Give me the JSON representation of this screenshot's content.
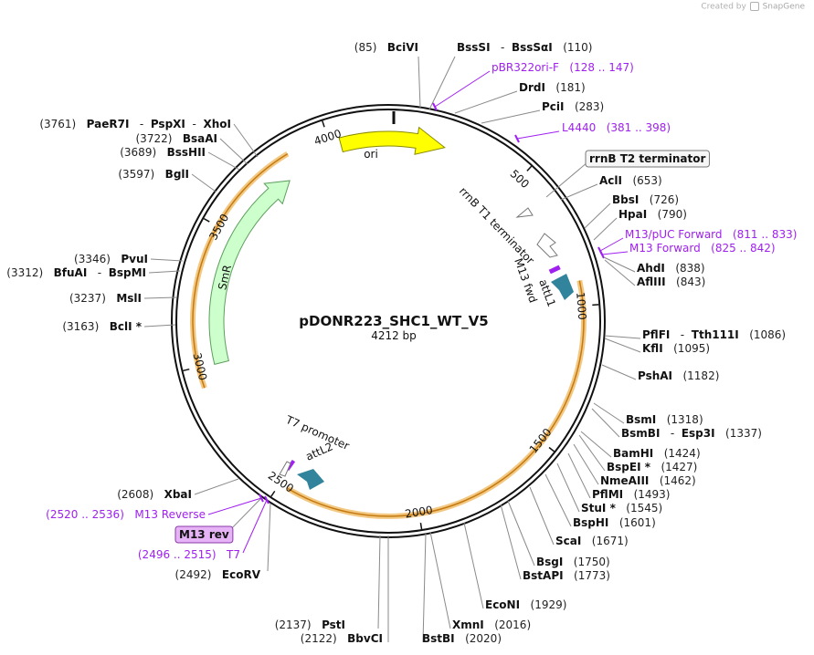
{
  "credit": {
    "prefix": "Created by",
    "brand": "SnapGene"
  },
  "plasmid": {
    "name": "pDONR223_SHC1_WT_V5",
    "length_label": "4212 bp"
  },
  "ruler": [
    {
      "text": "500",
      "deg": 42.7
    },
    {
      "text": "1000",
      "deg": 85.5
    },
    {
      "text": "1500",
      "deg": 128.2
    },
    {
      "text": "2000",
      "deg": 170.9
    },
    {
      "text": "2500",
      "deg": 213.7
    },
    {
      "text": "3000",
      "deg": 256.4
    },
    {
      "text": "3500",
      "deg": 299.1
    },
    {
      "text": "4000",
      "deg": 341.8
    }
  ],
  "features": [
    {
      "name": "ori",
      "kind": "arrow",
      "color": "#ffff00",
      "stroke": "#808000"
    },
    {
      "name": "SmR",
      "kind": "arrow",
      "color": "#ccffcc",
      "stroke": "#5e9e5e"
    },
    {
      "name": "rrnB T1 terminator",
      "kind": "terminator"
    },
    {
      "name": "rrnB T2 terminator",
      "kind": "terminator"
    },
    {
      "name": "attL1",
      "kind": "site",
      "color": "#31849b"
    },
    {
      "name": "attL2",
      "kind": "site",
      "color": "#31849b"
    },
    {
      "name": "M13 fwd",
      "kind": "primer-bind"
    },
    {
      "name": "T7 promoter",
      "kind": "promoter"
    },
    {
      "name": "M13 rev",
      "kind": "primer-bind",
      "boxed": true
    }
  ],
  "labels": [
    {
      "id": "bcivi",
      "pos": "(85)",
      "name": "BciVI",
      "pos_first": true
    },
    {
      "id": "bsssi",
      "name": "BssSI",
      "extra": "BssSαI",
      "pos": "(110)"
    },
    {
      "id": "pbr322",
      "name": "pBR322ori-F",
      "pos": "(128 .. 147)",
      "primer": true
    },
    {
      "id": "drdi",
      "name": "DrdI",
      "pos": "(181)"
    },
    {
      "id": "pcii",
      "name": "PciI",
      "pos": "(283)"
    },
    {
      "id": "l4440",
      "name": "L4440",
      "pos": "(381 .. 398)",
      "primer": true
    },
    {
      "id": "rrnbt2",
      "name": "rrnB T2 terminator",
      "boxed": true
    },
    {
      "id": "acli",
      "name": "AclI",
      "pos": "(653)"
    },
    {
      "id": "bbsi",
      "name": "BbsI",
      "pos": "(726)"
    },
    {
      "id": "hpai",
      "name": "HpaI",
      "pos": "(790)"
    },
    {
      "id": "m13puc",
      "name": "M13/pUC Forward",
      "pos": "(811 .. 833)",
      "primer": true
    },
    {
      "id": "m13fw",
      "name": "M13 Forward",
      "pos": "(825 .. 842)",
      "primer": true
    },
    {
      "id": "ahdi",
      "name": "AhdI",
      "pos": "(838)"
    },
    {
      "id": "aflIII",
      "name": "AflIII",
      "pos": "(843)"
    },
    {
      "id": "pflfi",
      "name": "PflFI",
      "extra": "Tth111I",
      "pos": "(1086)"
    },
    {
      "id": "kfli",
      "name": "KflI",
      "pos": "(1095)"
    },
    {
      "id": "pshai",
      "name": "PshAI",
      "pos": "(1182)"
    },
    {
      "id": "bsmi",
      "name": "BsmI",
      "pos": "(1318)"
    },
    {
      "id": "bsmbi",
      "name": "BsmBI",
      "extra": "Esp3I",
      "pos": "(1337)"
    },
    {
      "id": "bamhi",
      "name": "BamHI",
      "pos": "(1424)"
    },
    {
      "id": "bspei",
      "name": "BspEI",
      "star": true,
      "pos": "(1427)"
    },
    {
      "id": "nmeaiii",
      "name": "NmeAIII",
      "pos": "(1462)"
    },
    {
      "id": "pflmi",
      "name": "PflMI",
      "pos": "(1493)"
    },
    {
      "id": "stui",
      "name": "StuI",
      "star": true,
      "pos": "(1545)"
    },
    {
      "id": "bsphi",
      "name": "BspHI",
      "pos": "(1601)"
    },
    {
      "id": "scai",
      "name": "ScaI",
      "pos": "(1671)"
    },
    {
      "id": "bsgi",
      "name": "BsgI",
      "pos": "(1750)"
    },
    {
      "id": "bstapi",
      "name": "BstAPI",
      "pos": "(1773)"
    },
    {
      "id": "econi",
      "name": "EcoNI",
      "pos": "(1929)"
    },
    {
      "id": "xmni",
      "name": "XmnI",
      "pos": "(2016)"
    },
    {
      "id": "bstbi",
      "name": "BstBI",
      "pos": "(2020)"
    },
    {
      "id": "bbvci",
      "name": "BbvCI",
      "pos": "(2122)",
      "pos_first": true
    },
    {
      "id": "psti",
      "name": "PstI",
      "pos": "(2137)",
      "pos_first": true
    },
    {
      "id": "ecorv",
      "name": "EcoRV",
      "pos": "(2492)",
      "pos_first": true
    },
    {
      "id": "t7",
      "name": "T7",
      "pos": "(2496 .. 2515)",
      "primer": true,
      "pos_first": true
    },
    {
      "id": "m13rev",
      "name": "M13 rev",
      "boxed": true
    },
    {
      "id": "m13rev_primer",
      "name": "M13 Reverse",
      "pos": "(2520 .. 2536)",
      "primer": true,
      "pos_first": true
    },
    {
      "id": "xbai",
      "name": "XbaI",
      "pos": "(2608)",
      "pos_first": true
    },
    {
      "id": "bcli",
      "name": "BclI",
      "star": true,
      "pos": "(3163)",
      "pos_first": true
    },
    {
      "id": "msli",
      "name": "MslI",
      "pos": "(3237)",
      "pos_first": true
    },
    {
      "id": "bfuai",
      "name": "BfuAI",
      "extra": "BspMI",
      "pos": "(3312)",
      "pos_first": true
    },
    {
      "id": "pvui",
      "name": "PvuI",
      "pos": "(3346)",
      "pos_first": true
    },
    {
      "id": "bgli",
      "name": "BglI",
      "pos": "(3597)",
      "pos_first": true
    },
    {
      "id": "bsshii",
      "name": "BssHII",
      "pos": "(3689)",
      "pos_first": true
    },
    {
      "id": "bsaai",
      "name": "BsaAI",
      "pos": "(3722)",
      "pos_first": true
    },
    {
      "id": "paer7i",
      "name": "PaeR7I",
      "extra": "PspXI",
      "extra2": "XhoI",
      "pos": "(3761)",
      "pos_first": true
    }
  ]
}
